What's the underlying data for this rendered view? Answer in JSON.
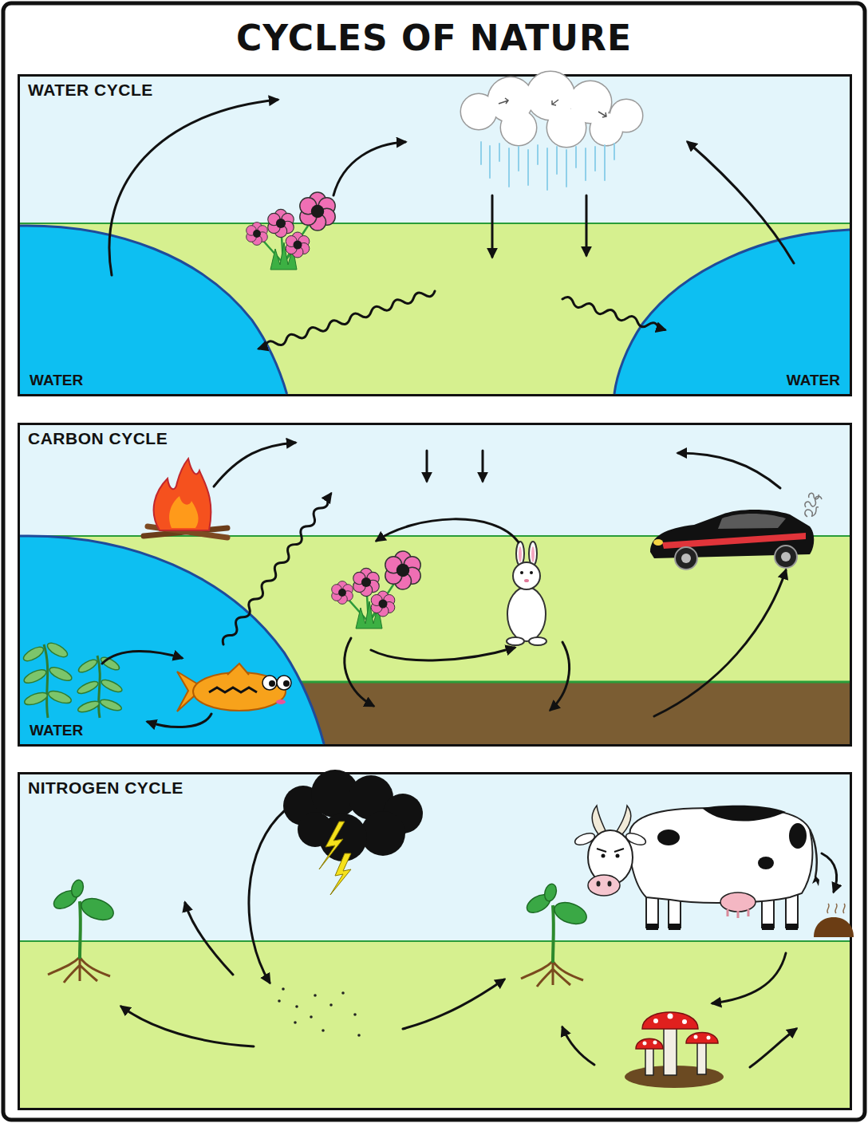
{
  "diagram": {
    "title": "CYCLES OF NATURE",
    "nodes": [
      {
        "text": [
          "WATER CYCLE"
        ]
      },
      {
        "text": [
          "WATER"
        ],
        "in": 0
      },
      {
        "text": [
          "WATER"
        ],
        "in": 0
      },
      {
        "text": [
          "CARBON CYCLE"
        ]
      },
      {
        "text": [
          "WATER"
        ],
        "in": 3
      },
      {
        "text": [
          "NITROGEN CYCLE"
        ]
      }
    ]
  }
}
